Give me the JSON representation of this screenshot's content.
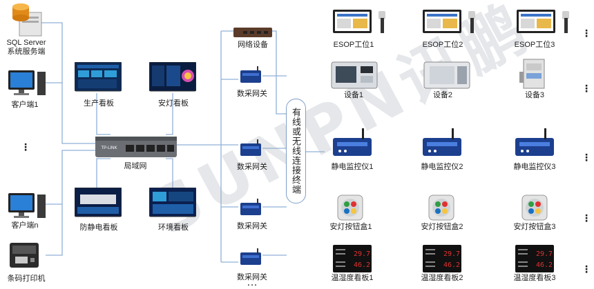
{
  "server": {
    "line1": "SQL Server",
    "line2": "系统服务端",
    "icon": "server-icon"
  },
  "clients": [
    {
      "label": "客户端1"
    },
    {
      "label": "客户端n"
    }
  ],
  "ellipsis": "⋮",
  "printer": {
    "label": "条码打印机"
  },
  "boards": [
    {
      "label": "生产看板"
    },
    {
      "label": "安灯看板"
    },
    {
      "label": "防静电看板"
    },
    {
      "label": "环境看板"
    }
  ],
  "switch": {
    "label": "局域网",
    "brand": "TP-LINK"
  },
  "network_device": {
    "label": "网络设备"
  },
  "gateways": [
    {
      "label": "数采网关"
    },
    {
      "label": "数采网关"
    },
    {
      "label": "数采网关"
    },
    {
      "label": "数采网关"
    }
  ],
  "gateway_dots": "...",
  "wireless": {
    "label": "有线或无线连接终端"
  },
  "watermark": "SUNPN讯鹏",
  "esop": [
    {
      "label": "ESOP工位1"
    },
    {
      "label": "ESOP工位2"
    },
    {
      "label": "ESOP工位3"
    }
  ],
  "equipment": [
    {
      "label": "设备1"
    },
    {
      "label": "设备2"
    },
    {
      "label": "设备3"
    }
  ],
  "esd_monitors": [
    {
      "label": "静电监控仪1"
    },
    {
      "label": "静电监控仪2"
    },
    {
      "label": "静电监控仪3"
    }
  ],
  "andon_boxes": [
    {
      "label": "安灯按钮盒1"
    },
    {
      "label": "安灯按钮盒2"
    },
    {
      "label": "安灯按钮盒3"
    }
  ],
  "th_boards": [
    {
      "label": "温湿度看板1",
      "temp": "29.7",
      "hum": "46.2"
    },
    {
      "label": "温湿度看板2",
      "temp": "29.7",
      "hum": "46.2"
    },
    {
      "label": "温湿度看板3",
      "temp": "29.7",
      "hum": "46.2"
    }
  ],
  "right_ellipsis": "⋮",
  "colors": {
    "wire": "#8fb0d8",
    "screen": "#0d2a55",
    "device_blue": "#1c3f8e",
    "switch_gray": "#6b6e73"
  }
}
